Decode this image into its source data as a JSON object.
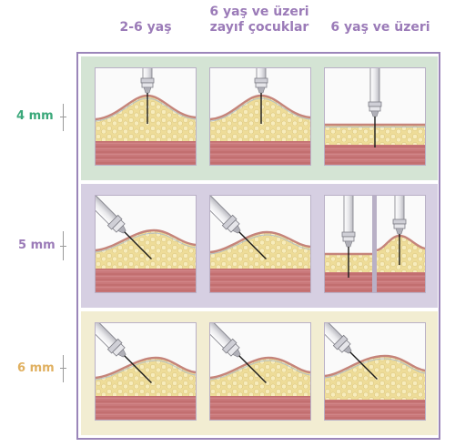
{
  "columns": [
    {
      "line1": "2-6 yaş",
      "line2": ""
    },
    {
      "line1": "6 yaş ve üzeri",
      "line2": "zayıf çocuklar"
    },
    {
      "line1": "6 yaş ve üzeri",
      "line2": ""
    }
  ],
  "rows": [
    {
      "label": "4 mm",
      "label_color": "#3aa87a",
      "band_color": "#d4e4d4"
    },
    {
      "label": "5 mm",
      "label_color": "#9b7bb8",
      "band_color": "#d6cfe2"
    },
    {
      "label": "6 mm",
      "label_color": "#e0b060",
      "band_color": "#f2edd2"
    }
  ],
  "colors": {
    "frame": "#9b86b9",
    "fat": "#eedc98",
    "muscle": "#c9787a",
    "skin": "#c5847a"
  }
}
